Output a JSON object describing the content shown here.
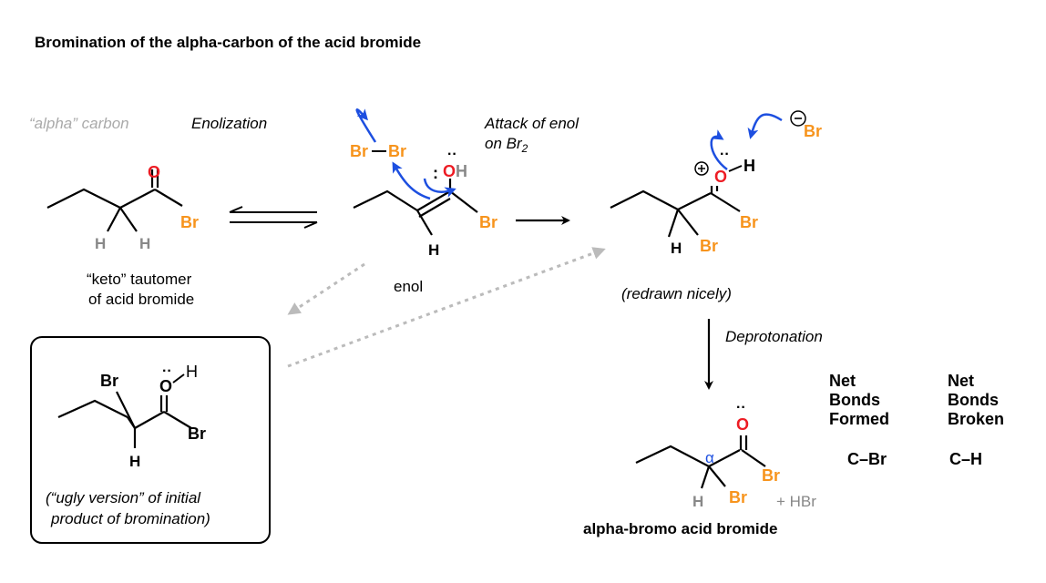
{
  "title": "Bromination of the alpha-carbon of the acid bromide",
  "colors": {
    "orange": "#f7941d",
    "red": "#ed1c24",
    "blue": "#1d4fe0",
    "gray": "#999999",
    "black": "#000000"
  },
  "keto": {
    "alpha_note": "“alpha” carbon",
    "o_label": "O",
    "br_label": "Br",
    "h1": "H",
    "h2": "H",
    "caption_line1": "“keto” tautomer",
    "caption_line2": "of acid bromide"
  },
  "steps": {
    "enolization": "Enolization",
    "attack_line1": "Attack of enol",
    "attack_line2": "on Br",
    "attack_sub": "2",
    "deprotonation": "Deprotonation"
  },
  "enol": {
    "br_a": "Br",
    "br_b": "Br",
    "oh": "OH",
    "br_label": "Br",
    "h_label": "H",
    "caption": "enol"
  },
  "bromide_ion": {
    "minus": "−",
    "br": "Br"
  },
  "intermediate": {
    "plus": "+",
    "o_label": "O",
    "h_label": "H",
    "br_top": "Br",
    "br_bottom": "Br",
    "h_alpha": "H",
    "caption": "(redrawn nicely)"
  },
  "ugly_box": {
    "br_label": "Br",
    "o_label": "O",
    "h_o": "H",
    "br_right": "Br",
    "h_bottom": "H",
    "caption_line1": "(“ugly version” of initial",
    "caption_line2": "product of bromination)"
  },
  "product": {
    "o_label": "O",
    "alpha": "α",
    "br_right": "Br",
    "br_alpha": "Br",
    "h_label": "H",
    "hbr": "+ HBr",
    "caption": "alpha-bromo acid bromide"
  },
  "net": {
    "formed_line1": "Net",
    "formed_line2": "Bonds",
    "formed_line3": "Formed",
    "formed_value": "C–Br",
    "broken_line1": "Net",
    "broken_line2": "Bonds",
    "broken_line3": "Broken",
    "broken_value": "C–H"
  }
}
